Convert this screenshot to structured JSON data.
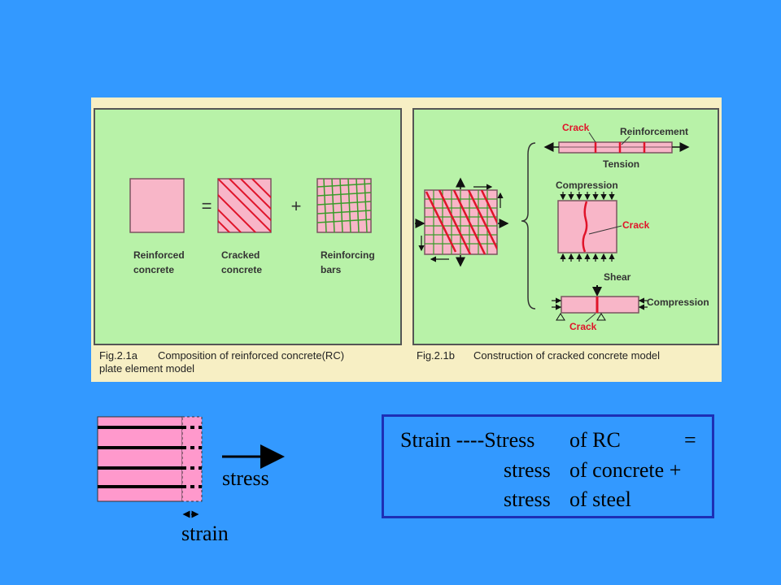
{
  "figure": {
    "left_panel": {
      "labels": {
        "rc": [
          "Reinforced",
          "concrete"
        ],
        "cracked": [
          "Cracked",
          "concrete"
        ],
        "bars": [
          "Reinforcing",
          "bars"
        ],
        "equals": "=",
        "plus": "+"
      },
      "caption": {
        "number": "Fig.2.1a",
        "line1": "Composition of reinforced concrete(RC)",
        "line2": "plate element model"
      }
    },
    "right_panel": {
      "tension": {
        "crack": "Crack",
        "reinforcement": "Reinforcement",
        "tension": "Tension"
      },
      "compression": {
        "compression": "Compression",
        "crack": "Crack"
      },
      "shear": {
        "shear": "Shear",
        "compression": "Compression",
        "crack": "Crack"
      },
      "caption": {
        "number": "Fig.2.1b",
        "line1": "Construction of cracked concrete model"
      }
    }
  },
  "demo": {
    "stress_label": "stress",
    "strain_label": "strain"
  },
  "formula": {
    "line1_left": "Strain ----Stress",
    "line1_mid": "of RC",
    "line1_eq": "=",
    "line2_a": "stress",
    "line2_b": "of concrete +",
    "line3_a": "stress",
    "line3_b": "of steel"
  },
  "colors": {
    "background": "#3399ff",
    "figure_bg": "#f7efc4",
    "panel_green": "#b8f2a8",
    "concrete_pink": "#f8b6c8",
    "crack_red": "#e0142a",
    "grid_green": "#3a9c2a",
    "box_border": "#1d2fb5"
  }
}
